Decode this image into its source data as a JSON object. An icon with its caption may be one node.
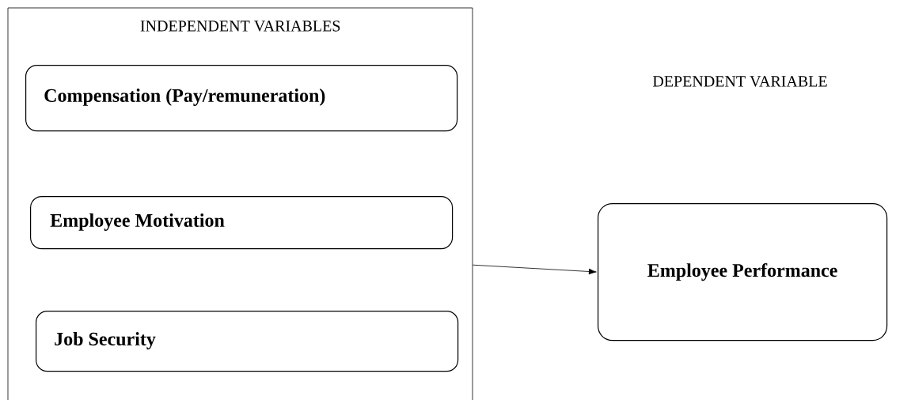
{
  "diagram": {
    "nodes": [
      {
        "text": [
          "INDEPENDENT VARIABLES"
        ]
      },
      {
        "text": [
          "Compensation (Pay/remuneration)"
        ],
        "in": 0
      },
      {
        "text": [
          "Employee Motivation"
        ],
        "in": 0
      },
      {
        "text": [
          "Job Security"
        ],
        "in": 0
      },
      {
        "text": [
          "Employee Performance"
        ]
      }
    ],
    "edges": [
      {
        "from": 0,
        "to": 4,
        "arrow": "to"
      }
    ],
    "labels": [
      "DEPENDENT VARIABLE"
    ]
  }
}
